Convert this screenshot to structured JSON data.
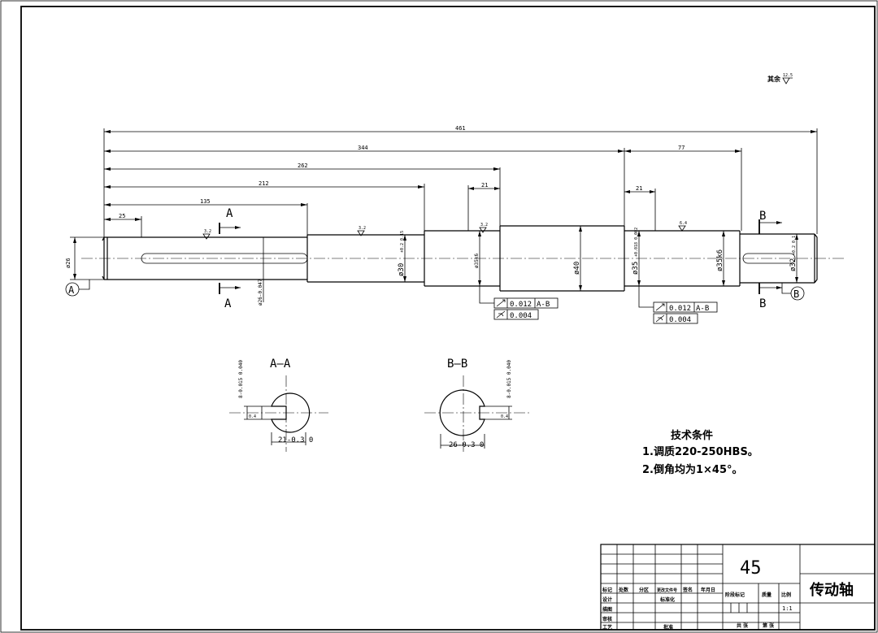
{
  "dimensions": {
    "overall": "461",
    "d344": "344",
    "d77": "77",
    "d262": "262",
    "d212": "212",
    "d135": "135",
    "d25": "25",
    "d21a": "21",
    "d21b": "21"
  },
  "diameters": {
    "d26": "ø26",
    "d26key": "ø26-0.047",
    "d30": "ø30",
    "d30tol": "+0.2 0.15",
    "d35k6_left": "ø35k6",
    "d40": "ø40",
    "d35_right": "ø35",
    "d35_right_tol": "+0.018 0.002",
    "d35k6_right": "ø35k6",
    "d32": "ø32",
    "d32tol": "+0.2 0.1"
  },
  "roughness": {
    "general": "其余",
    "general_value": "12.5",
    "r1": "3.2",
    "r2": "3.2",
    "r3": "3.2",
    "r4": "6.4"
  },
  "sections": {
    "a_marker": "A",
    "b_marker": "B",
    "datum_a": "A",
    "datum_b": "B",
    "aa_title": "A—A",
    "bb_title": "B—B",
    "aa_keyway": "8-0.015 0.040",
    "aa_depth": "21-0.3 0",
    "bb_keyway": "8-0.015 0.040",
    "bb_depth": "26-0.3 0",
    "aa_small": "0.4",
    "bb_small": "0.4"
  },
  "tolerances": {
    "left_runout": "0.012",
    "left_runout_ref": "A-B",
    "left_cyl": "0.004",
    "right_runout": "0.012",
    "right_runout_ref": "A-B",
    "right_cyl": "0.004"
  },
  "notes": {
    "title": "技术条件",
    "line1": "1.调质220-250HBS。",
    "line2": "2.倒角均为1×45°。"
  },
  "title_block": {
    "material": "45",
    "part_name": "传动轴",
    "scale": "1:1",
    "headers": [
      "标记",
      "处数",
      "分区",
      "更改文件号",
      "签名",
      "年月日"
    ],
    "design": "设计",
    "standardize": "标准化",
    "drawing": "描图",
    "review": "审核",
    "process": "工艺",
    "approve": "批准",
    "stage_mark": "阶段标记",
    "mass": "质量",
    "ratio": "比例",
    "sheets_total": "共 张",
    "sheet_no": "第 张"
  }
}
